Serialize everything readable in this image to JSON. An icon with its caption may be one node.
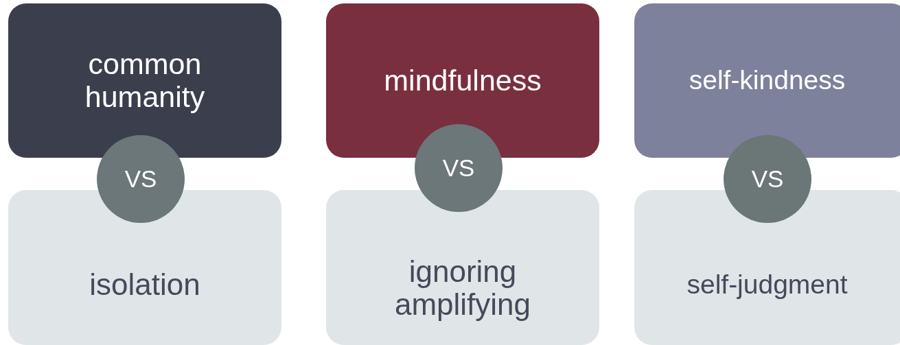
{
  "diagram": {
    "nodes": [
      {
        "text": [
          "common humanity"
        ]
      },
      {
        "text": [
          "mindfulness"
        ]
      },
      {
        "text": [
          "self-kindness"
        ]
      },
      {
        "text": [
          "VS"
        ]
      },
      {
        "text": [
          "VS"
        ]
      },
      {
        "text": [
          "VS"
        ]
      },
      {
        "text": [
          "isolation"
        ]
      },
      {
        "text": [
          "ignoring amplifying"
        ]
      },
      {
        "text": [
          "self-judgment"
        ]
      }
    ]
  }
}
